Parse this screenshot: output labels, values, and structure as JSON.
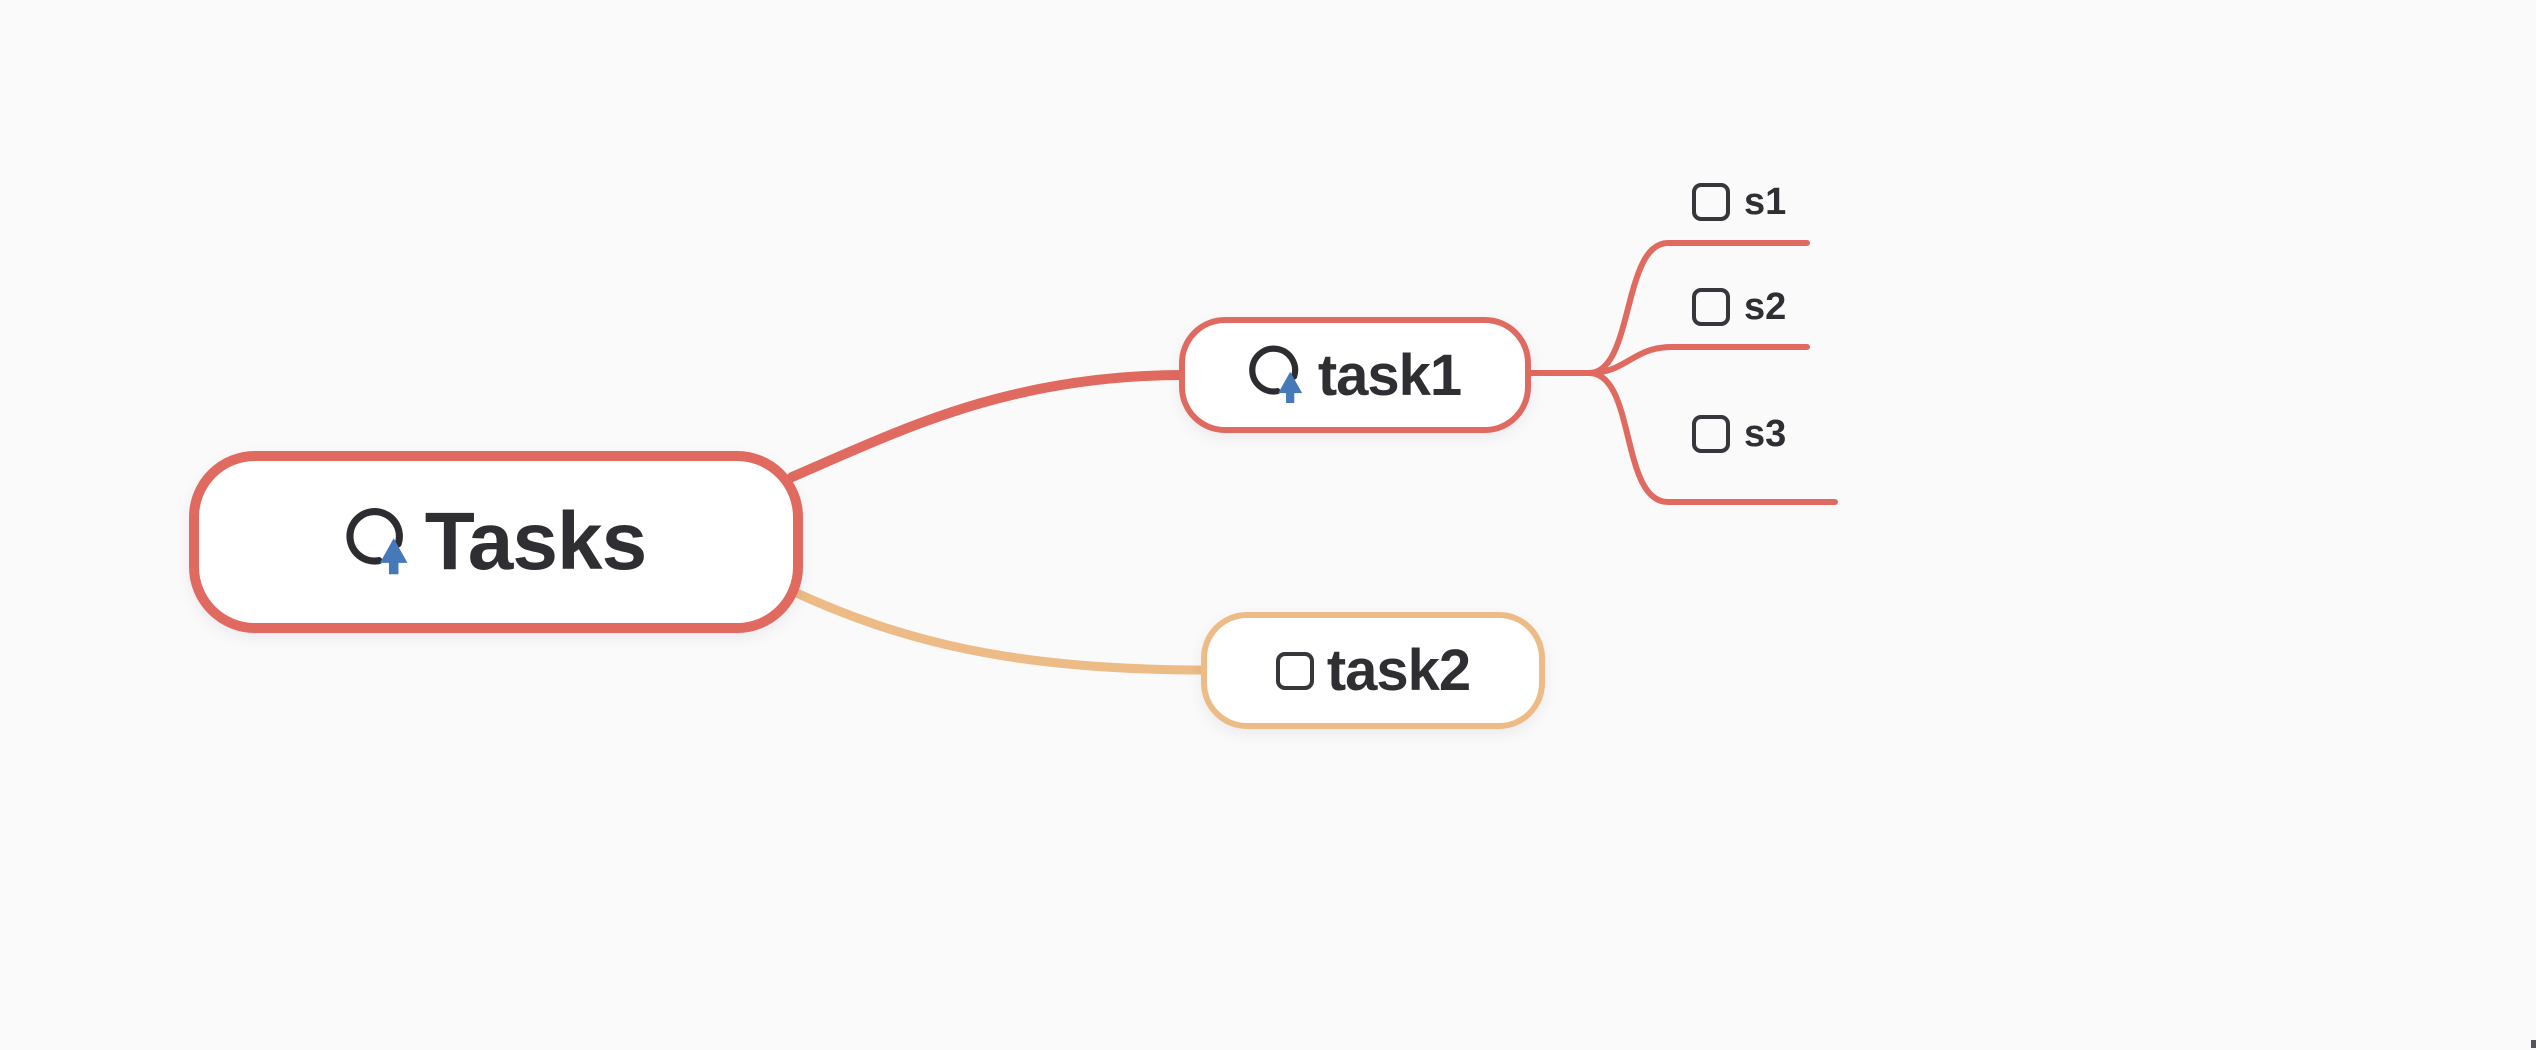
{
  "canvas": {
    "kind": "mind-map",
    "background": "#FAFAFB"
  },
  "colors": {
    "branch_coral": "#E16A60",
    "branch_tan": "#ECBB86",
    "icon_dark": "#2D2D31",
    "arrow_blue": "#4679B8",
    "text": "#2F2F33",
    "checkbox_border": "#36363B",
    "node_fill": "#FFFFFF",
    "background": "#FAFAFB"
  },
  "nodes": {
    "root": {
      "label": "Tasks",
      "icon": "circle-up-arrow",
      "border_color": "#E16A60"
    },
    "task1": {
      "label": "task1",
      "icon": "circle-up-arrow",
      "border_color": "#E16A60"
    },
    "task2": {
      "label": "task2",
      "checkbox": "unchecked",
      "border_color": "#ECBB86"
    },
    "s1": {
      "label": "s1",
      "checkbox": "unchecked"
    },
    "s2": {
      "label": "s2",
      "checkbox": "unchecked"
    },
    "s3": {
      "label": "s3",
      "checkbox": "unchecked"
    }
  }
}
